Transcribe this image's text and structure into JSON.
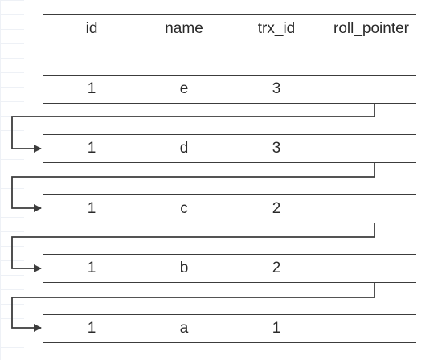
{
  "header": {
    "columns": [
      "id",
      "name",
      "trx_id",
      "roll_pointer"
    ]
  },
  "rows": [
    {
      "id": "1",
      "name": "e",
      "trx_id": "3"
    },
    {
      "id": "1",
      "name": "d",
      "trx_id": "3"
    },
    {
      "id": "1",
      "name": "c",
      "trx_id": "2"
    },
    {
      "id": "1",
      "name": "b",
      "trx_id": "2"
    },
    {
      "id": "1",
      "name": "a",
      "trx_id": "1"
    }
  ],
  "colors": {
    "stroke": "#3c3c3c",
    "text": "#2a2a2a",
    "background": "#ffffff"
  }
}
